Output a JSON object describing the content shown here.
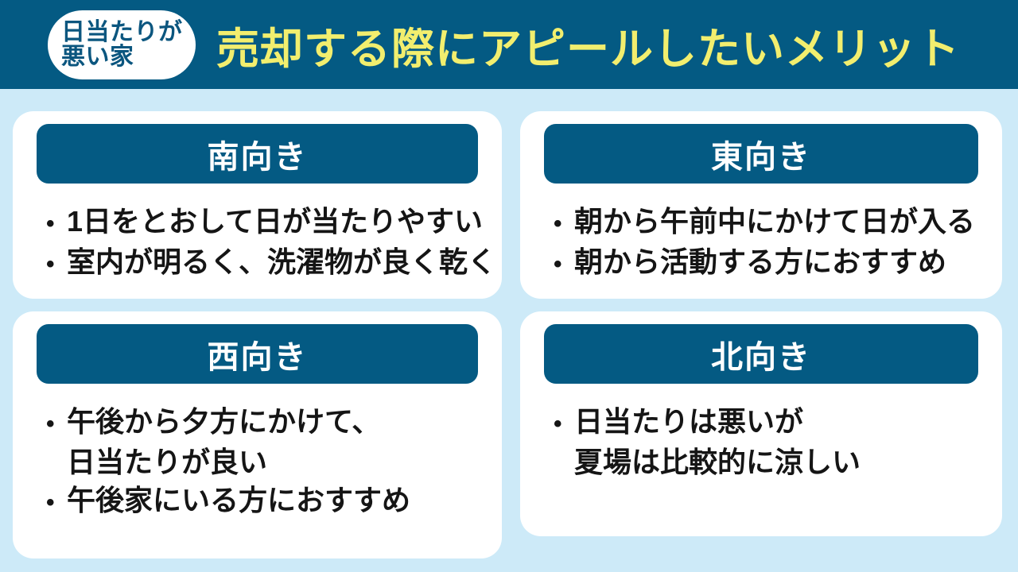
{
  "header": {
    "badge_line1": "日当たりが",
    "badge_line2": "悪い家",
    "title": "売却する際にアピールしたいメリット"
  },
  "bullet_char": "•",
  "cards": [
    {
      "key": "south",
      "title": "南向き",
      "items": [
        {
          "lines": [
            "1日をとおして日が当たりやすい"
          ]
        },
        {
          "lines": [
            "室内が明るく、洗濯物が良く乾く"
          ]
        }
      ]
    },
    {
      "key": "east",
      "title": "東向き",
      "items": [
        {
          "lines": [
            "朝から午前中にかけて日が入る"
          ]
        },
        {
          "lines": [
            "朝から活動する方におすすめ"
          ]
        }
      ]
    },
    {
      "key": "west",
      "title": "西向き",
      "items": [
        {
          "lines": [
            "午後から夕方にかけて、",
            "日当たりが良い"
          ]
        },
        {
          "lines": [
            "午後家にいる方におすすめ"
          ]
        }
      ]
    },
    {
      "key": "north",
      "title": "北向き",
      "items": [
        {
          "lines": [
            "日当たりは悪いが",
            "夏場は比較的に涼しい"
          ]
        }
      ]
    }
  ],
  "colors": {
    "primary_blue": "#045A83",
    "background_light_blue": "#CDEAF8",
    "title_yellow": "#F2EE6E",
    "card_white": "#FFFFFF",
    "body_text": "#151515"
  }
}
